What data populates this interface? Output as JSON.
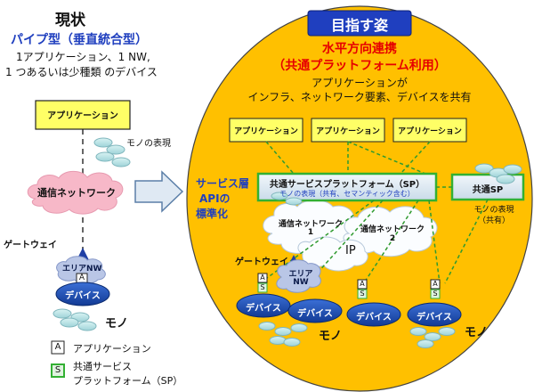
{
  "left": {
    "title": "現状",
    "subtitle": "パイプ型（垂直統合型）",
    "line1": "1アプリケーション、1 NW,",
    "line2": "1 つあるいは少種類 のデバイス",
    "app_box": "アプリケーション",
    "thing_repr": "モノの表現",
    "network": "通信ネットワーク",
    "gateway": "ゲートウェイ",
    "area_nw": "エリアNW",
    "app_icon": "A",
    "device": "デバイス",
    "thing": "モノ"
  },
  "legend": {
    "app_icon": "A",
    "app_label": "アプリケーション",
    "sp_icon": "S",
    "sp_label_1": "共通サービス",
    "sp_label_2": "プラットフォーム（SP）"
  },
  "right": {
    "goal_title": "目指す姿",
    "headline_1": "水平方向連携",
    "headline_2": "（共通プラットフォーム利用）",
    "desc_1": "アプリケーションが",
    "desc_2": "インフラ、ネットワーク要素、デバイスを共有",
    "apps": [
      "アプリケーション",
      "アプリケーション",
      "アプリケーション"
    ],
    "api_1": "サービス層",
    "api_2": "APIの",
    "api_3": "標準化",
    "sp_title": "共通サービスプラットフォーム（SP）",
    "sp_sub": "モノの表現（共有、セマンティック含む）",
    "shared_sp": "共通SP",
    "shared_repr_1": "モノの表現",
    "shared_repr_2": "（共有）",
    "nw1_a": "通信ネットワーク",
    "nw1_b": "1",
    "nw2": "通信ネットワーク",
    "nw2_b": "2",
    "ip": "IP",
    "gateway": "ゲートウェイ",
    "area_1": "エリア",
    "area_2": "NW",
    "device": "デバイス",
    "app_icon": "A",
    "sp_icon": "S",
    "thing": "モノ"
  },
  "colors": {
    "yellow_box": "#ffff66",
    "orange_circle": "#ffc000",
    "blue_title": "#1f3fbf",
    "red_text": "#e60000",
    "green": "#33b033",
    "pink_cloud": "#f7b8c8",
    "device_blue": "#1f4faf"
  }
}
